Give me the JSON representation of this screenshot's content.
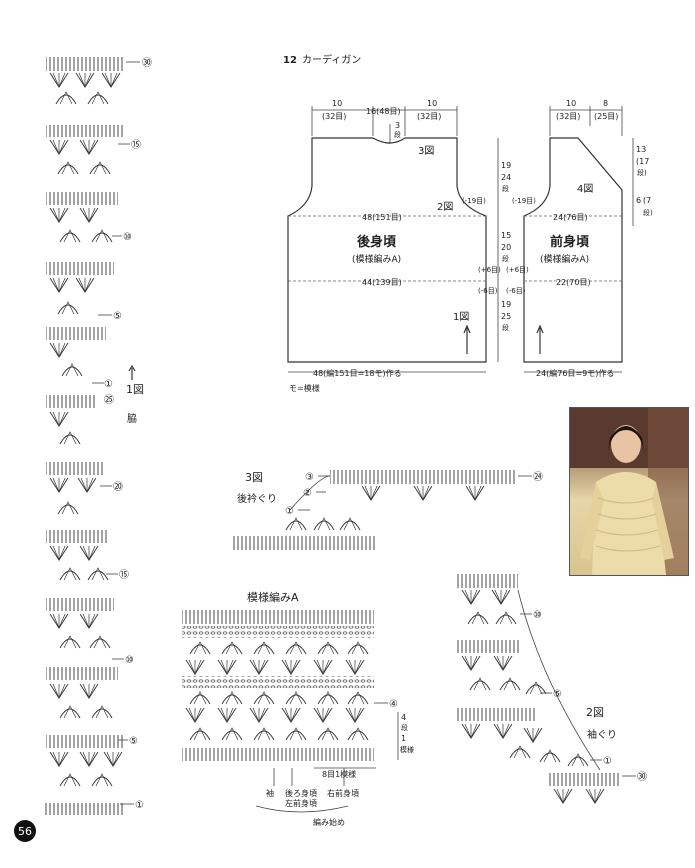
{
  "header": {
    "number": "12",
    "title": "カーディガン"
  },
  "back_piece": {
    "name": "後身頃",
    "pattern": "(模様編みA)",
    "top_dims": [
      "10",
      "(32目)",
      "16(48目)",
      "10",
      "(32目)"
    ],
    "neck_depth": [
      "3",
      "段"
    ],
    "width_mid": "48(151目)",
    "width_low": "44(139目)",
    "bottom": "48(編151目=18モ)作る",
    "heights": [
      "19",
      "24",
      "段",
      "15",
      "20",
      "段",
      "19",
      "25",
      "段"
    ],
    "side_marks": [
      "(-19目)",
      "(-19目)",
      "(+6目)",
      "(+6目)",
      "(-6目)",
      "(-6目)"
    ],
    "fig_refs": [
      "3図",
      "2図",
      "1図"
    ]
  },
  "front_piece": {
    "name": "前身頃",
    "pattern": "(模様編みA)",
    "top_dims": [
      "10",
      "(32目)",
      "8",
      "(25目)"
    ],
    "right_heights": [
      "13",
      "(17",
      "段)",
      "6",
      "(7",
      "段)"
    ],
    "width_mid": "24(76目)",
    "width_low": "22(70目)",
    "bottom": "24(編76目=9モ)作る",
    "fig_ref": "4図"
  },
  "legend": "モ=模様",
  "fig3": {
    "title": "3図",
    "label": "後衿ぐり",
    "marks": [
      "③",
      "②",
      "①",
      "㉔"
    ]
  },
  "fig1": {
    "title": "1図",
    "label": "脇",
    "marks": [
      "㉚",
      "⑮",
      "⑩",
      "⑤",
      "①",
      "㉕",
      "⑳",
      "⑮",
      "⑩",
      "⑤",
      "①"
    ]
  },
  "fig2": {
    "title": "2図",
    "label": "袖ぐり",
    "marks": [
      "⑩",
      "⑤",
      "①",
      "㉚"
    ]
  },
  "patternA": {
    "title": "模様編みA",
    "repeat": [
      "4",
      "段",
      "1",
      "模様"
    ],
    "mark": "④",
    "stitch_repeat": "8目1模様",
    "bottom_labels": [
      "袖",
      "後ろ身頃",
      "左前身頃",
      "右前身頃",
      "編み始め"
    ]
  },
  "page_number": "56"
}
